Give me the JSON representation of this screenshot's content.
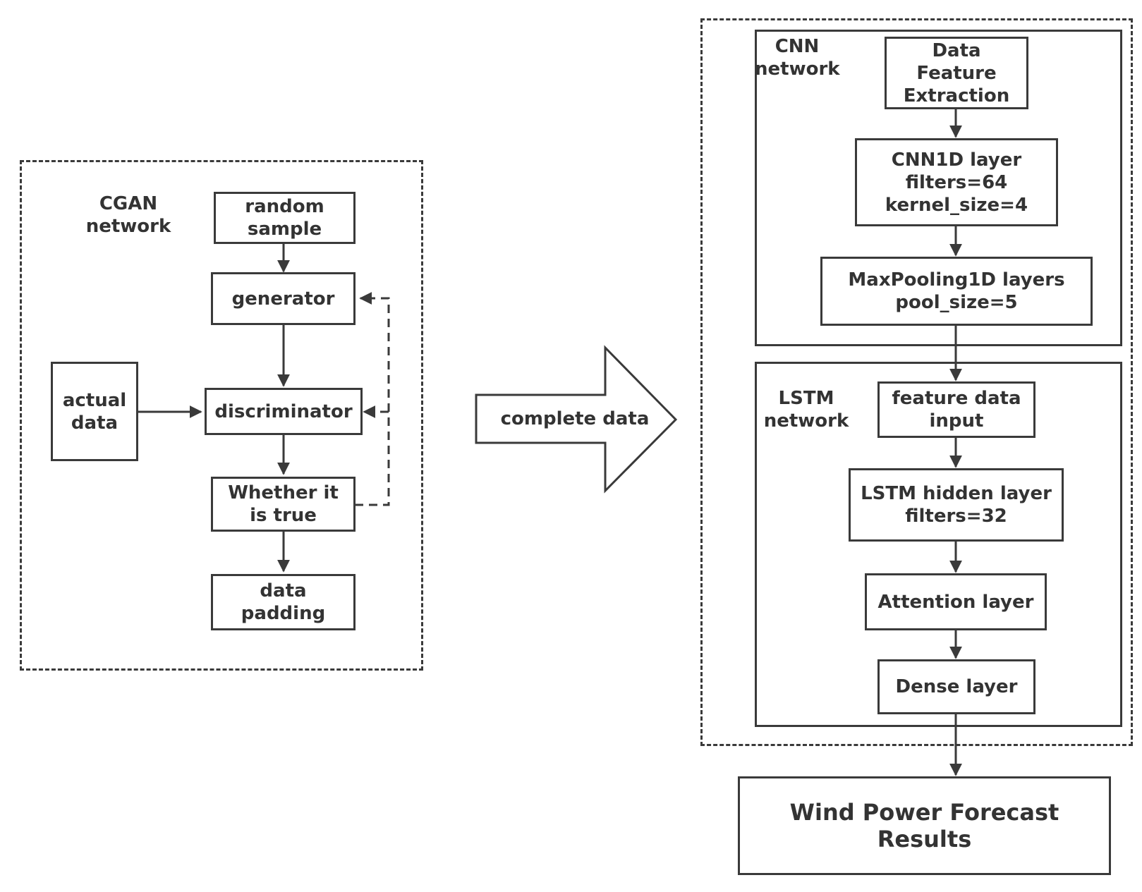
{
  "cgan": {
    "title_line1": "CGAN",
    "title_line2": "network",
    "random_sample": [
      "random",
      "sample"
    ],
    "generator": "generator",
    "actual_data": [
      "actual",
      "data"
    ],
    "discriminator": "discriminator",
    "whether_true": [
      "Whether it",
      "is true"
    ],
    "data_padding": [
      "data",
      "padding"
    ]
  },
  "transfer_arrow": {
    "label": "complete data"
  },
  "cnn": {
    "title_line1": "CNN",
    "title_line2": "network",
    "feature_extraction": [
      "Data",
      "Feature",
      "Extraction"
    ],
    "cnn1d": [
      "CNN1D layer",
      "filters=64",
      "kernel_size=4"
    ],
    "maxpool": [
      "MaxPooling1D layers",
      "pool_size=5"
    ]
  },
  "lstm": {
    "title_line1": "LSTM",
    "title_line2": "network",
    "feature_input": [
      "feature data",
      "input"
    ],
    "hidden": [
      "LSTM hidden layer",
      "filters=32"
    ],
    "attention": "Attention layer",
    "dense": "Dense layer"
  },
  "result": {
    "label": "Wind Power Forecast Results"
  },
  "colors": {
    "stroke": "#3a3a3a",
    "text": "#333333",
    "background": "#ffffff"
  }
}
